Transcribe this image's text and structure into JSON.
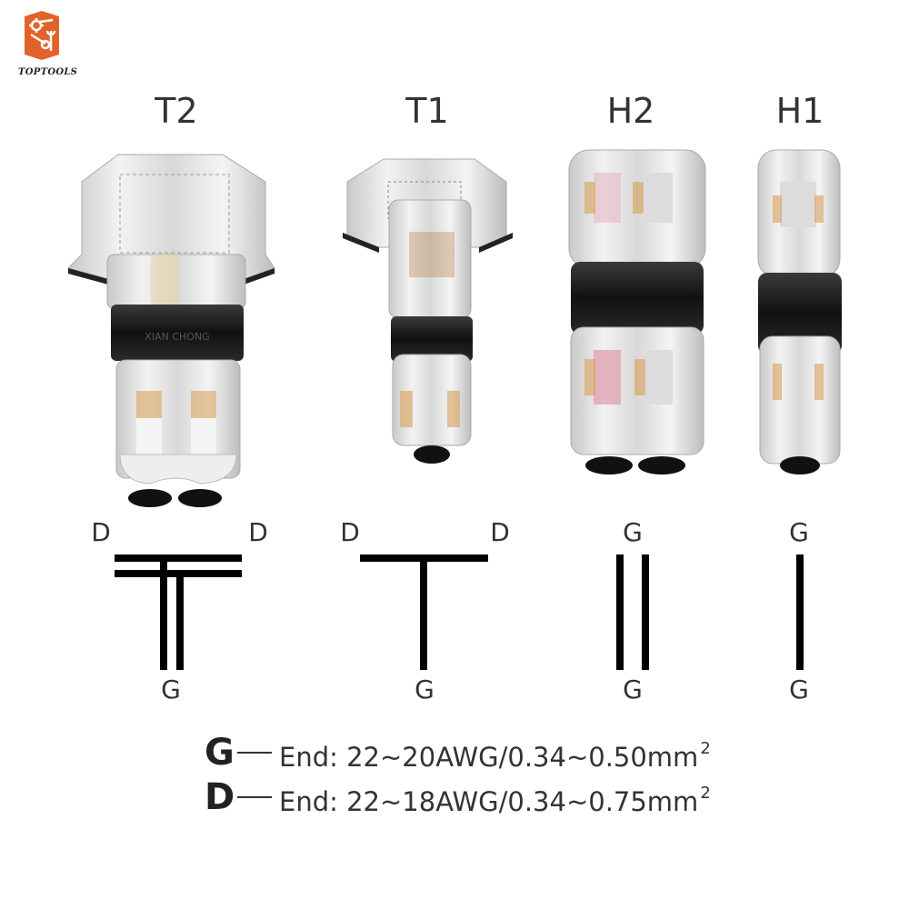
{
  "brand": {
    "name": "TOPTOOLS",
    "logo_icon": "hexagon-tools-logo-icon",
    "accent_color": "#E2632A"
  },
  "products": [
    {
      "model": "T2",
      "type": "T-shape double wire connector",
      "top_labels": [
        "D",
        "D"
      ],
      "bottom_label": "G"
    },
    {
      "model": "T1",
      "type": "T-shape single wire connector",
      "top_labels": [
        "D",
        "D"
      ],
      "bottom_label": "G"
    },
    {
      "model": "H2",
      "type": "straight double wire connector",
      "top_labels": [
        "G"
      ],
      "bottom_label": "G"
    },
    {
      "model": "H1",
      "type": "straight single wire connector",
      "top_labels": [
        "G"
      ],
      "bottom_label": "G"
    }
  ],
  "legend": [
    {
      "key": "G",
      "text": "End: 22~20AWG/0.34~0.50mm",
      "sup": "2"
    },
    {
      "key": "D",
      "text": "End: 22~18AWG/0.34~0.75mm",
      "sup": "2"
    }
  ],
  "connector_marking": "XIAN CHONG"
}
